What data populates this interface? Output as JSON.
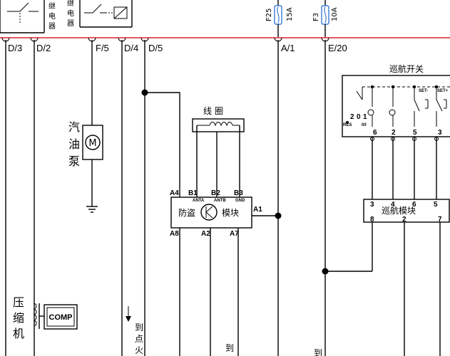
{
  "colors": {
    "bus": "#e0202a",
    "fuse": "#3a7bd5",
    "line": "#000000"
  },
  "relay_labels": {
    "left": "继\n电\n器",
    "right": "继\n电\n器"
  },
  "fuses": [
    {
      "id": "F25",
      "rating": "15A"
    },
    {
      "id": "F3",
      "rating": "10A"
    }
  ],
  "connectors": {
    "d3": "D/3",
    "d2": "D/2",
    "f5": "F/5",
    "d4": "D/4",
    "d5": "D/5",
    "a1": "A/1",
    "e20": "E/20"
  },
  "fuel_pump": {
    "label": "汽\n油\n泵",
    "symbol": "M"
  },
  "compressor": {
    "label": "压\n缩\n机",
    "box": "COMP"
  },
  "coil": {
    "label": "线  圈"
  },
  "immobilizer": {
    "label_left": "防盗",
    "label_right": "模块",
    "pins_top": [
      "A4",
      "B1",
      "B2",
      "B3"
    ],
    "pins_top_sub": [
      "ANTA",
      "ANTB",
      "GND"
    ],
    "pin_right": "A1",
    "pins_bottom": [
      "A8",
      "A2",
      "A7"
    ]
  },
  "cruise_switch": {
    "title": "巡航开关",
    "pins": [
      "6",
      "2",
      "5",
      "3"
    ],
    "set_labels": [
      "SET-",
      "SET+"
    ],
    "mode_labels": [
      "2",
      "0",
      "1",
      "RES",
      "0/I"
    ]
  },
  "cruise_module": {
    "title": "巡航模块",
    "pins_top": [
      "3",
      "4",
      "6",
      "5"
    ],
    "pins_bottom": [
      "8",
      "2",
      "7"
    ]
  },
  "destinations": {
    "ignition": "到\n点\n火",
    "d1": "到",
    "d2": "到"
  }
}
